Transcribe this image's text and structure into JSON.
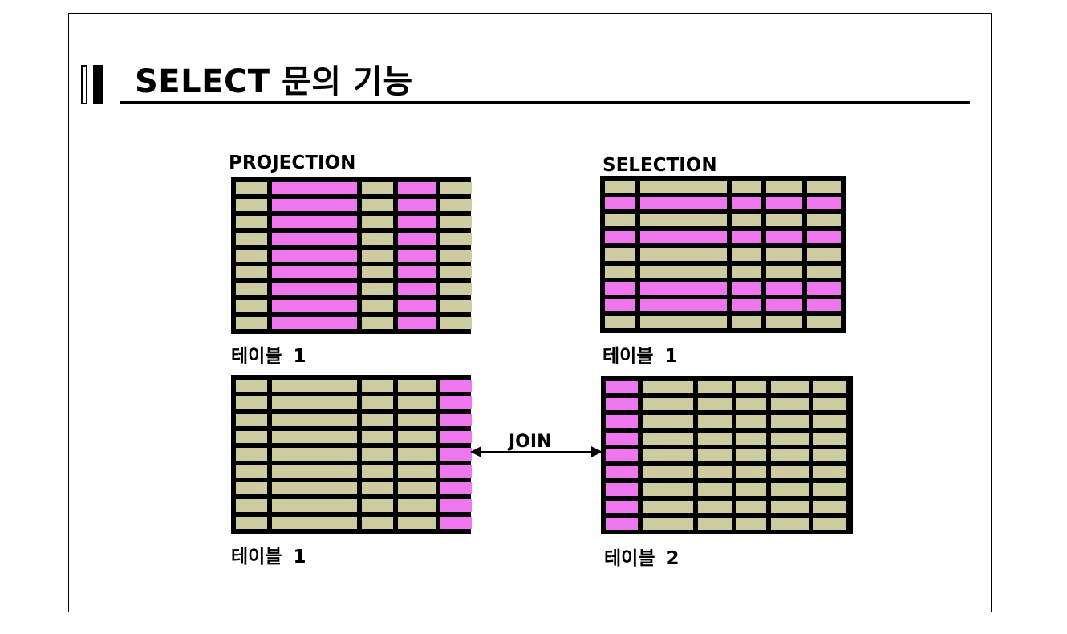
{
  "title": "SELECT 문의 기능",
  "colors": {
    "cell": "#cccca0",
    "highlight": "#ee77ee",
    "border": "#000000"
  },
  "panels": {
    "projection": {
      "op_label": "PROJECTION",
      "table_label": "테이블 1"
    },
    "selection": {
      "op_label": "SELECTION",
      "table_label": "테이블 1"
    },
    "join_left": {
      "table_label": "테이블 1"
    },
    "join_right": {
      "table_label": "테이블 2"
    }
  },
  "join": {
    "label": "JOIN"
  },
  "tables": {
    "projection": {
      "rows": 9,
      "cols": 5,
      "highlight_cols": [
        1,
        3
      ],
      "highlight_rows": []
    },
    "selection": {
      "rows": 9,
      "cols": 5,
      "highlight_cols": [],
      "highlight_rows": [
        1,
        3,
        6,
        7
      ]
    },
    "join_left": {
      "rows": 9,
      "cols": 5,
      "highlight_cols": [
        4
      ],
      "highlight_rows": []
    },
    "join_right": {
      "rows": 9,
      "cols": 6,
      "highlight_cols": [
        0
      ],
      "highlight_rows": []
    }
  }
}
